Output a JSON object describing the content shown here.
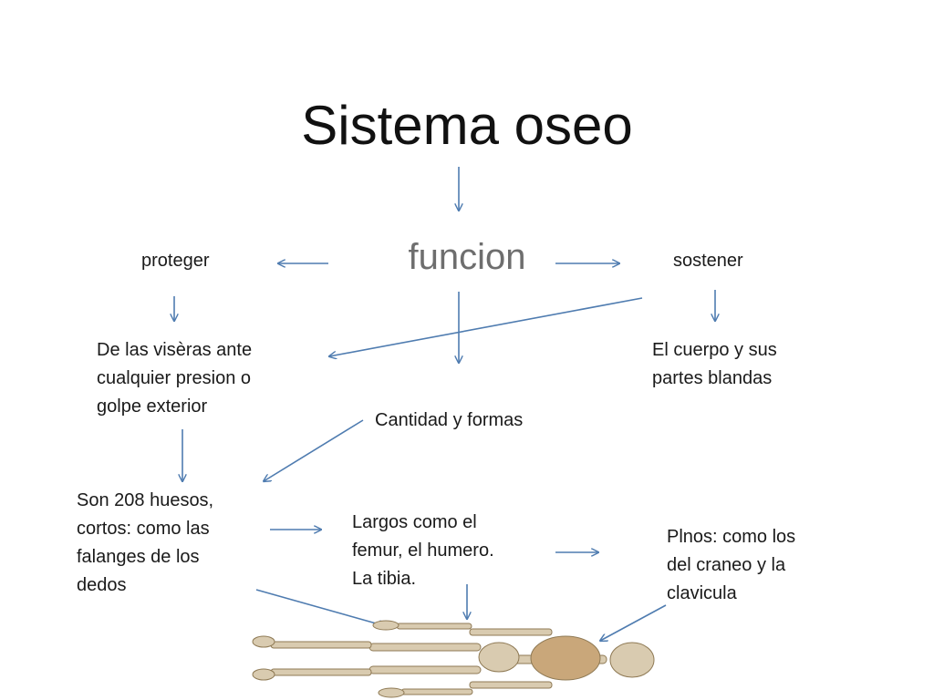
{
  "title": "Sistema oseo",
  "central_concept": "funcion",
  "nodes": {
    "proteger": "proteger",
    "sostener": "sostener",
    "viseras": "De las visèras ante\ncualquier presion o\ngolpe exterior",
    "cuerpo": "El cuerpo y sus\npartes blandas",
    "cantidad": "Cantidad y formas",
    "huesos": "Son 208 huesos,\ncortos: como las\nfalanges de los\ndedos",
    "largos": "Largos como el\nfemur, el humero.\nLa tibia.",
    "planos": "Plnos: como los\ndel craneo y la\nclavicula"
  },
  "colors": {
    "arrow": "#4f7cb0",
    "central_text": "#6e6e6e",
    "text": "#1a1a1a"
  },
  "image": {
    "subject": "human-skeleton-lying"
  }
}
